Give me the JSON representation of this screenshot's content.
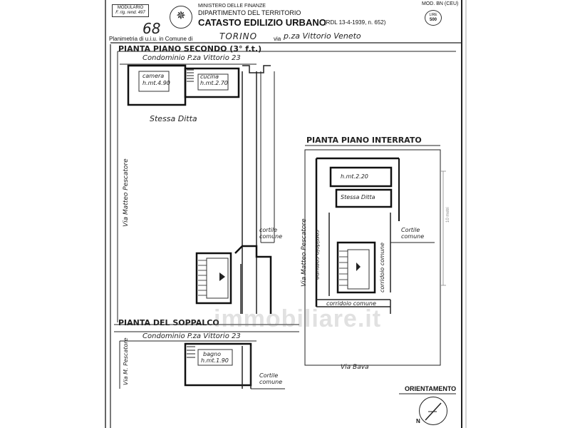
{
  "header": {
    "modulario_label": "MODULARIO",
    "modulario_code": "F. rig. rend. 497",
    "ministry": "MINISTERO DELLE FINANZE",
    "department": "DIPARTIMENTO DEL TERRITORIO",
    "registry_title": "CATASTO EDILIZIO URBANO",
    "law_reference": "(RDL 13-4-1939, n. 652)",
    "form_code": "MOD. BN (CEU)",
    "lire_label": "LIRE",
    "lire_value": "500",
    "sheet_number": "68",
    "planimetria_label": "Planimetria di u.i.u. in Comune di",
    "comune": "TORINO",
    "via_label": "via",
    "address": "p.za Vittorio Veneto"
  },
  "plans": {
    "second_floor": {
      "title": "PIANTA PIANO SECONDO (3° f.t.)",
      "condominio": "Condominio P.za Vittorio 23",
      "camera": "camera",
      "camera_height": "h.mt.4.90",
      "cucina": "cucina",
      "cucina_height": "h.mt.2.70",
      "stessa_ditta": "Stessa Ditta",
      "street_side": "Via Matteo Pescatore",
      "cortile": "cortile comune"
    },
    "mezzanine": {
      "title": "PIANTA DEL SOPPALCO",
      "condominio": "Condominio P.za Vittorio 23",
      "bagno": "bagno",
      "bagno_height": "h.mt.1.90",
      "street_side": "Via M. Pescatore",
      "cortile": "Cortile comune"
    },
    "basement": {
      "title": "PIANTA PIANO INTERRATO",
      "room_height": "h.mt.2.20",
      "stessa_ditta": "Stessa Ditta",
      "street_side": "Via Matteo Pescatore",
      "corridor_1": "corridoio comune",
      "corridor_2": "corridoio comune",
      "corridor_bottom": "corridoio comune",
      "cortile": "Cortile comune",
      "street_bottom": "Via Bava"
    }
  },
  "orientation_label": "ORIENTAMENTO",
  "north_label": "N",
  "scale_note": "10 metri",
  "watermark": "immobiliare.it"
}
